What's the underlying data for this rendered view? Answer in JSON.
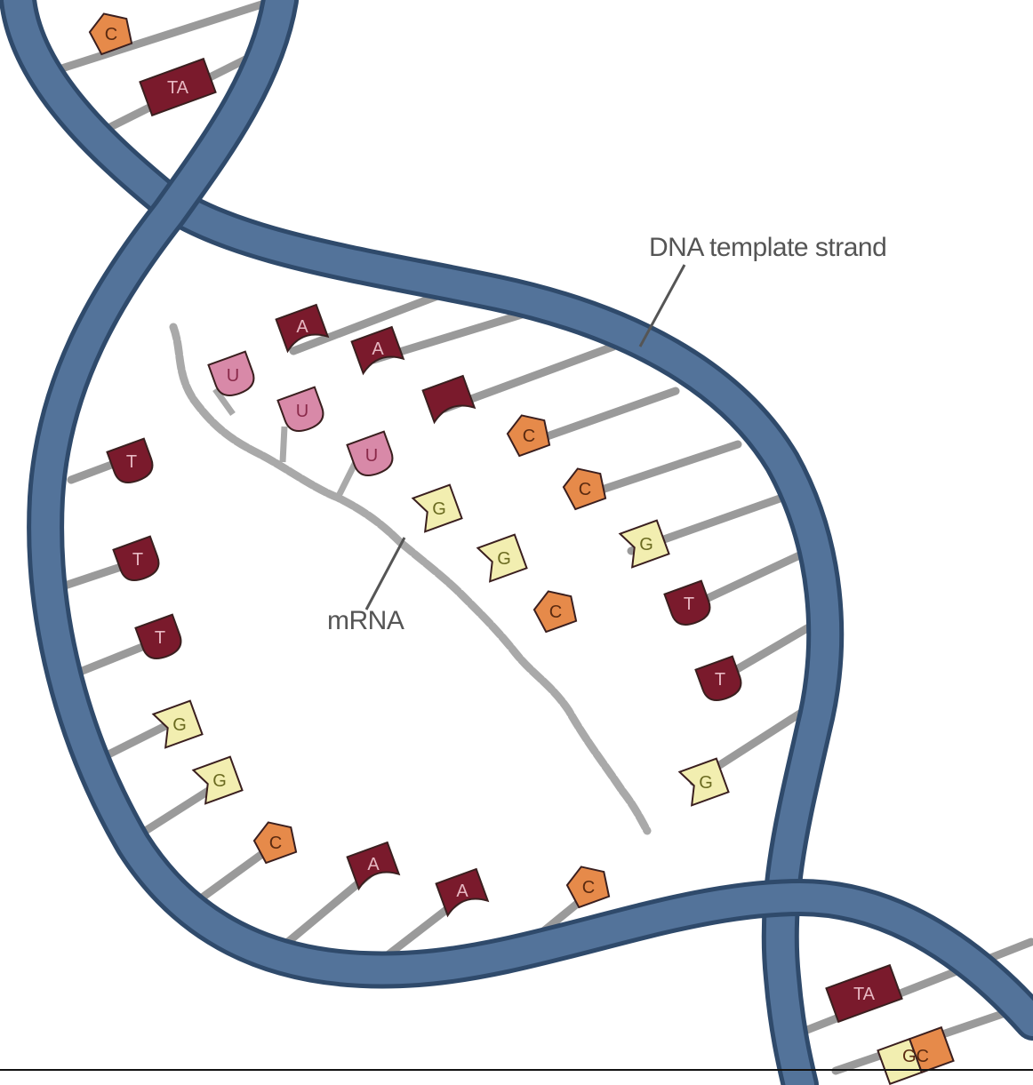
{
  "labels": {
    "dna_template_strand": "DNA  template strand",
    "mrna": "mRNA"
  },
  "colors": {
    "backbone": "#53739a",
    "backbone_edge": "#2f4a6b",
    "rung": "#9a9a9a",
    "mrna_strand": "#a9a9a9",
    "base_A": "#7a1a2c",
    "base_T": "#7a1a2c",
    "base_C": "#e68a4a",
    "base_G": "#f2eeb0",
    "base_U": "#d889a8"
  },
  "bases": {
    "top_dna": [
      "C",
      "TA"
    ],
    "template_strand": [
      "A",
      "A",
      "C",
      "C",
      "G",
      "T",
      "T",
      "G"
    ],
    "mrna": [
      "U",
      "U",
      "U",
      "G",
      "G",
      "C"
    ],
    "coding_strand": [
      "T",
      "T",
      "T",
      "G",
      "G",
      "C",
      "A",
      "A",
      "C"
    ],
    "bottom_dna": [
      "TA",
      "GC"
    ]
  }
}
